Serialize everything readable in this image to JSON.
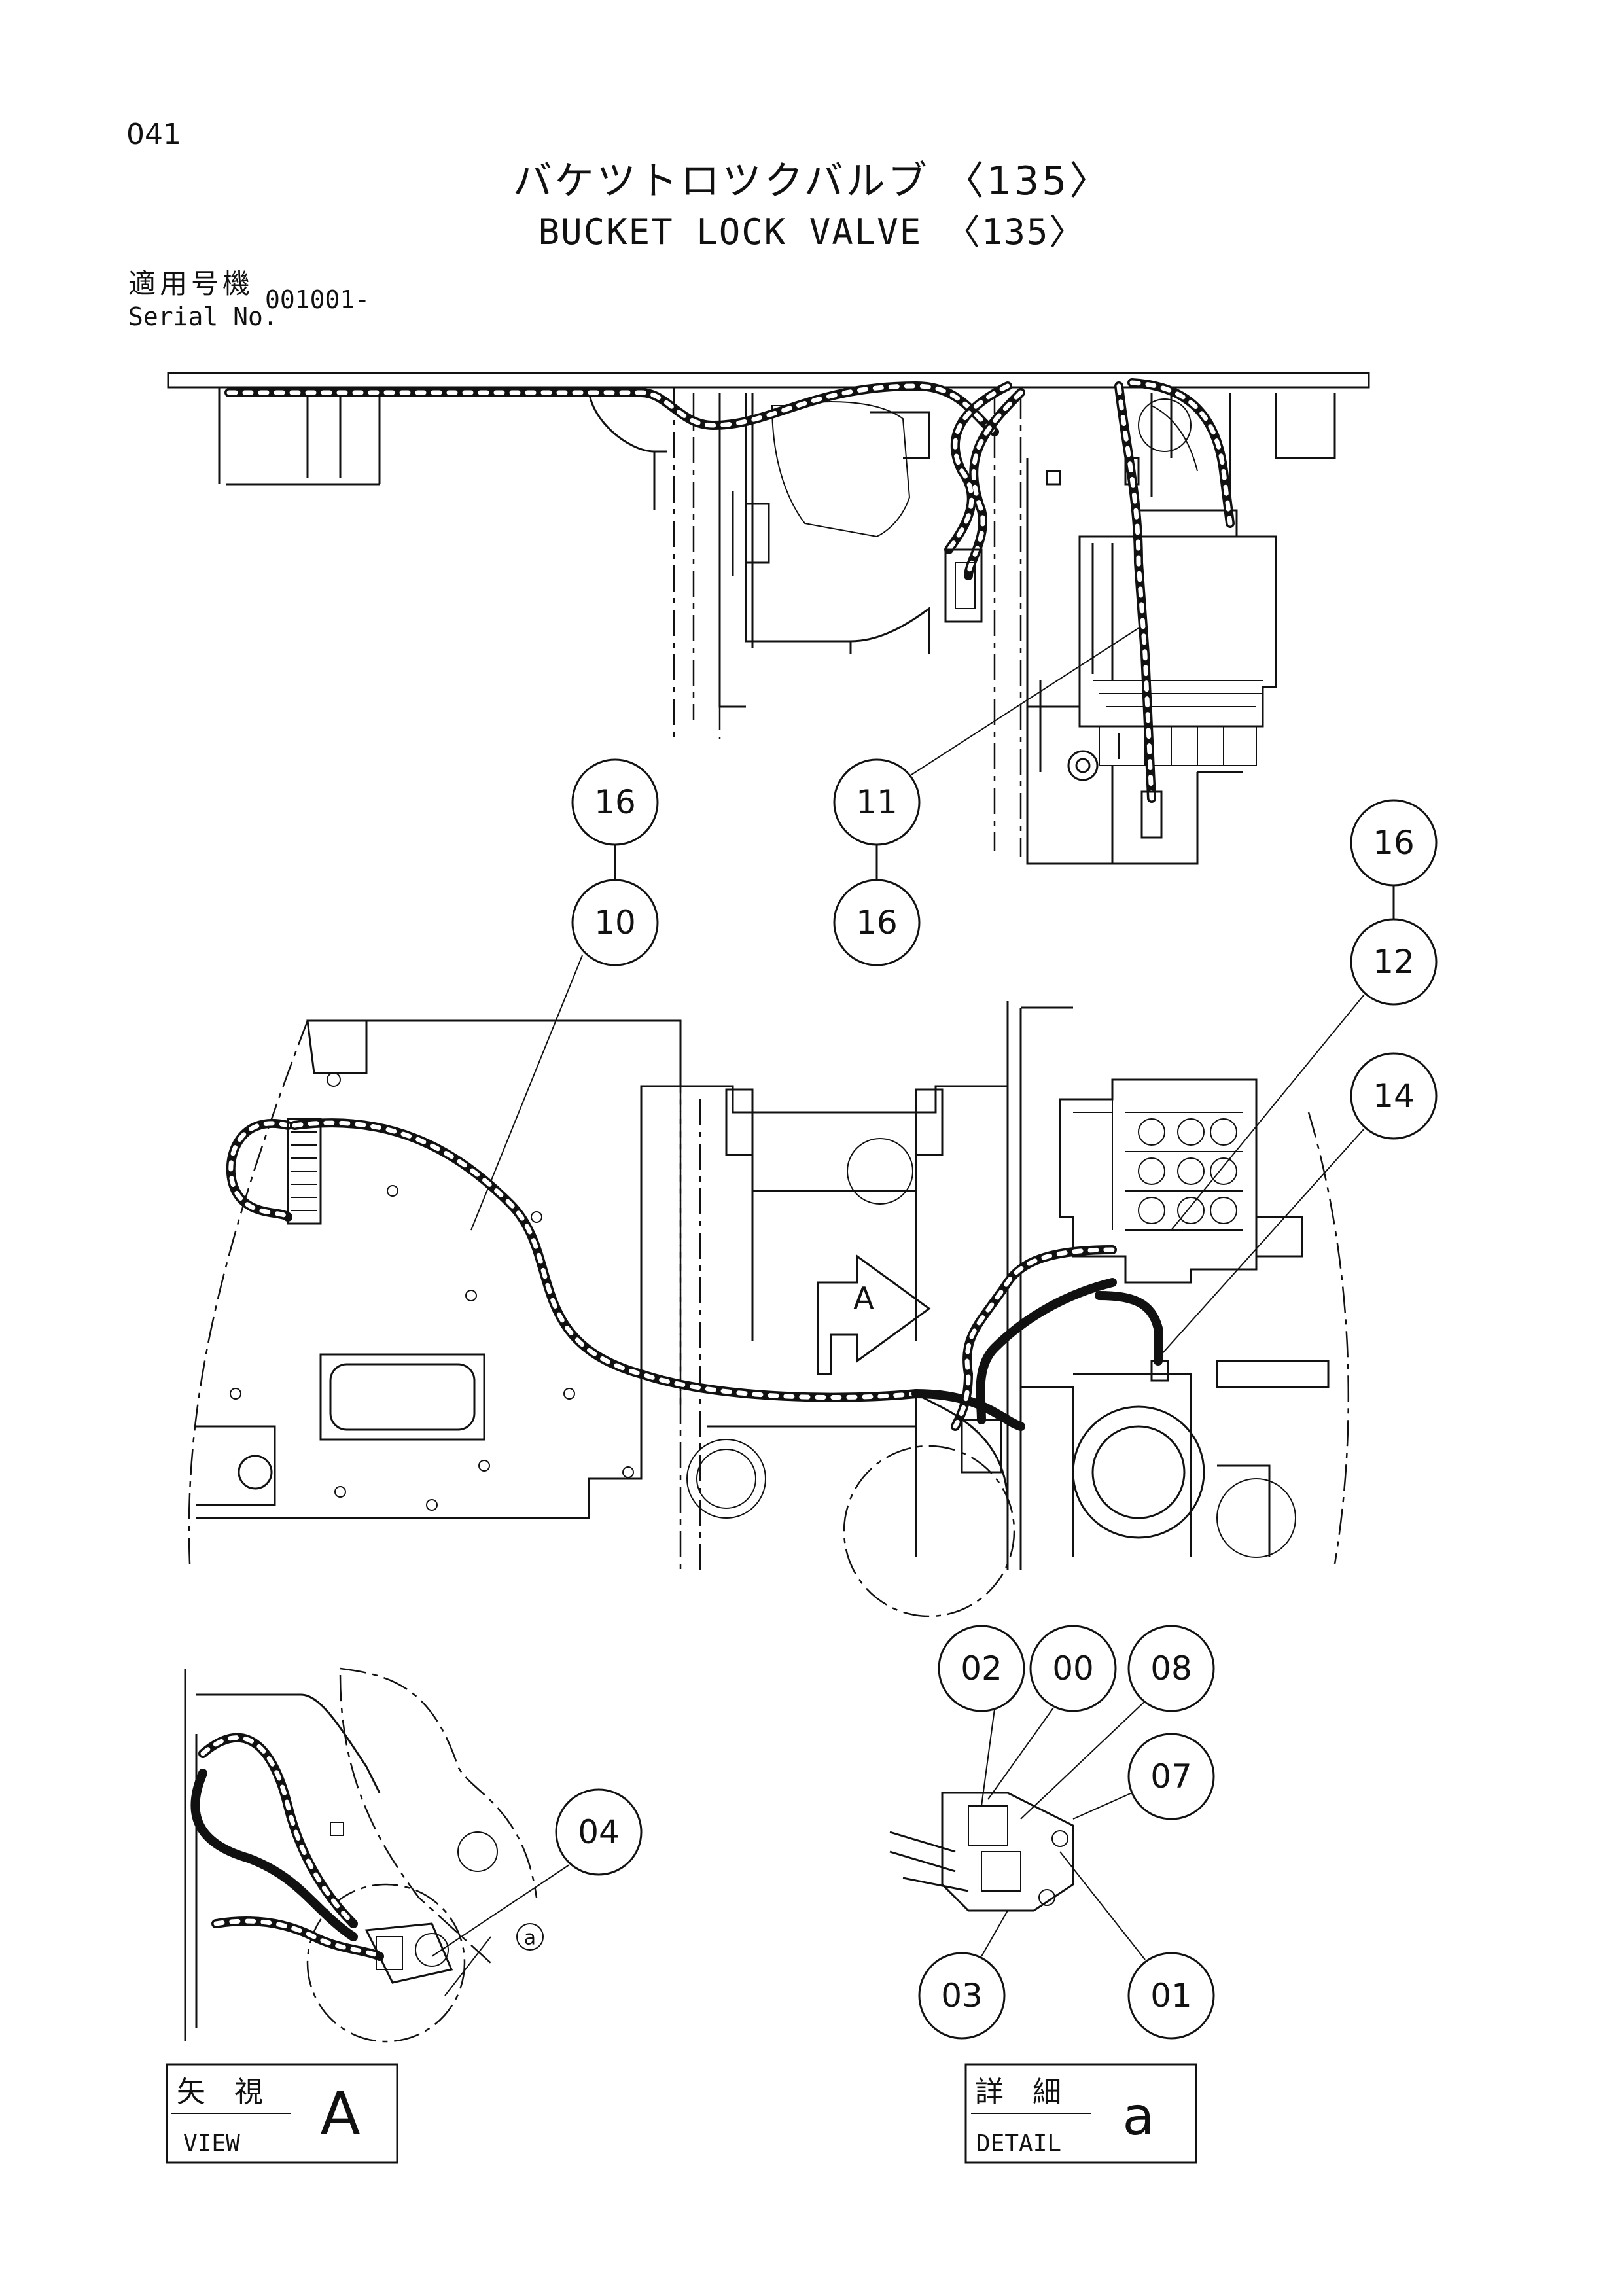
{
  "page_number": "041",
  "title_jp": "バケツトロツクバルブ 〈135〉",
  "title_en": "BUCKET LOCK VALVE 〈135〉",
  "serial": {
    "label_jp": "適用号機",
    "label_en": "Serial No.",
    "value": "001001-"
  },
  "callouts": {
    "c16a": "16",
    "c10": "10",
    "c11": "11",
    "c16b": "16",
    "c16c": "16",
    "c12": "12",
    "c14": "14",
    "c04": "04",
    "c02": "02",
    "c00": "00",
    "c08": "08",
    "c07": "07",
    "c03": "03",
    "c01": "01"
  },
  "view_arrow_letter": "A",
  "detail_marker": "a",
  "view_label": {
    "jp": "矢　視",
    "en": "VIEW",
    "letter": "A"
  },
  "detail_label": {
    "jp": "詳　細",
    "en": "DETAIL",
    "letter": "a"
  }
}
